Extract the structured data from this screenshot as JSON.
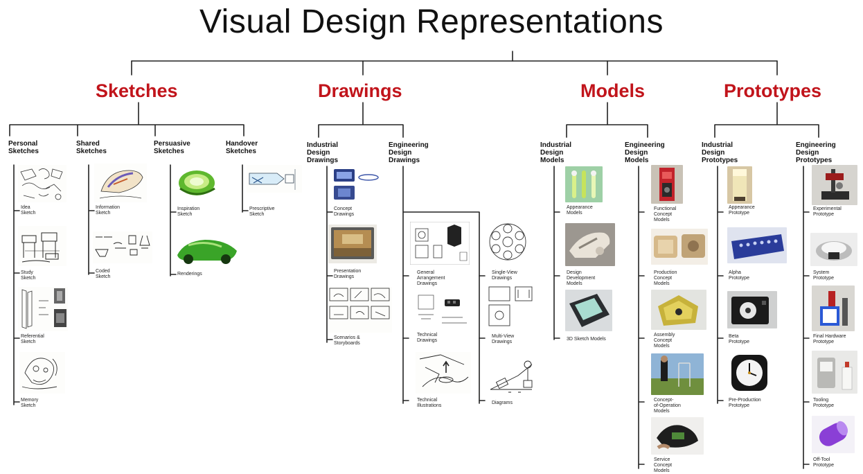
{
  "title": "Visual Design Representations",
  "colors": {
    "category": "#c1141b",
    "text": "#111111",
    "line": "#222222"
  },
  "categories": [
    {
      "label": "Sketches",
      "groups": [
        {
          "label": "Personal\nSketches",
          "items": [
            "Idea\nSketch",
            "Study\nSketch",
            "Referential\nSketch",
            "Memory\nSketch"
          ]
        },
        {
          "label": "Shared\nSketches",
          "items": [
            "Information\nSketch",
            "Coded\nSketch"
          ]
        },
        {
          "label": "Persuasive\nSketches",
          "items": [
            "Inspiration\nSketch",
            "Renderings"
          ]
        },
        {
          "label": "Handover\nSketches",
          "items": [
            "Prescriptive\nSketch"
          ]
        }
      ]
    },
    {
      "label": "Drawings",
      "groups": [
        {
          "label": "Industrial\nDesign\nDrawings",
          "items": [
            "Concept\nDrawings",
            "Presentation\nDrawings",
            "Scenarios &\nStoryboards"
          ]
        },
        {
          "label": "Engineering\nDesign\nDrawings",
          "items": [
            "General\nArrangement\nDrawings",
            "Technical\nDrawings",
            "Technical\nIllustrations",
            "Single-View\nDrawings",
            "Multi-View\nDrawings",
            "Diagrams"
          ]
        }
      ]
    },
    {
      "label": "Models",
      "groups": [
        {
          "label": "Industrial\nDesign\nModels",
          "items": [
            "Appearance\nModels",
            "Design\nDevelopment\nModels",
            "3D Sketch Models"
          ]
        },
        {
          "label": "Engineering\nDesign\nModels",
          "items": [
            "Functional\nConcept\nModels",
            "Production\nConcept\nModels",
            "Assembly\nConcept\nModels",
            "Concept-\nof-Operation\nModels",
            "Service\nConcept\nModels"
          ]
        }
      ]
    },
    {
      "label": "Prototypes",
      "groups": [
        {
          "label": "Industrial\nDesign\nPrototypes",
          "items": [
            "Appearance\nPrototype",
            "Alpha\nPrototype",
            "Beta\nPrototype",
            "Pre-Production\nPrototype"
          ]
        },
        {
          "label": "Engineering\nDesign\nPrototypes",
          "items": [
            "Experimental\nPrototype",
            "System\nPrototype",
            "Final Hardware\nPrototype",
            "Tooling\nPrototype",
            "Off-Tool\nPrototype"
          ]
        }
      ]
    }
  ]
}
